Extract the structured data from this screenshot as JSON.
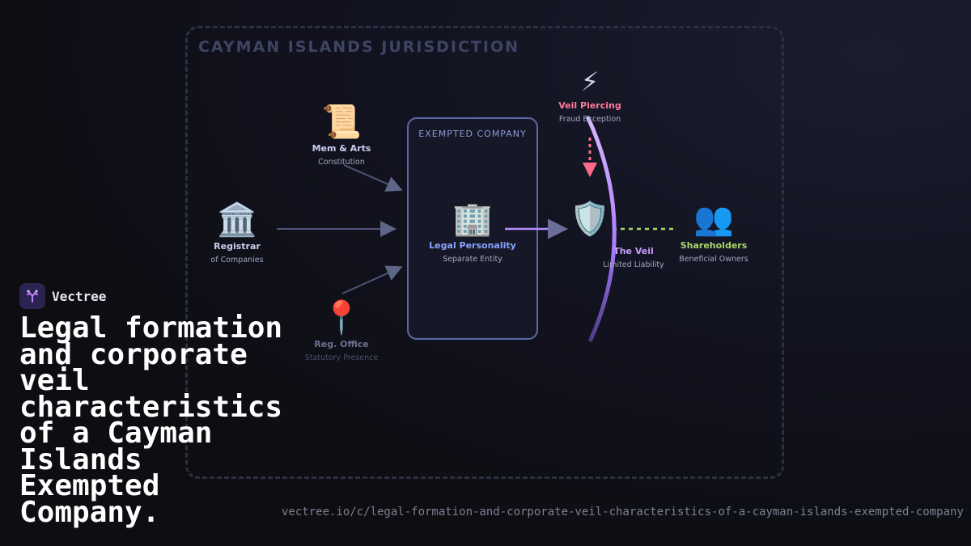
{
  "jurisdiction": {
    "title": "CAYMAN ISLANDS JURISDICTION"
  },
  "company": {
    "title": "EXEMPTED COMPANY"
  },
  "nodes": {
    "registrar": {
      "icon": "classical-building-icon",
      "emoji": "🏛️",
      "name": "Registrar",
      "sub": "of Companies",
      "color": "#c9cfee"
    },
    "mem_arts": {
      "icon": "scroll-icon",
      "emoji": "📜",
      "name": "Mem & Arts",
      "sub": "Constitution",
      "color": "#c9cfee"
    },
    "reg_office": {
      "icon": "pin-icon",
      "emoji": "📍",
      "name": "Reg. Office",
      "sub": "Statutory Presence",
      "color": "#6c7190"
    },
    "legal_personality": {
      "icon": "office-building-icon",
      "emoji": "🏢",
      "name": "Legal Personality",
      "sub": "Separate Entity",
      "color": "#8aa3ff"
    },
    "veil_piercing": {
      "icon": "lightning-icon",
      "emoji": "⚡",
      "name": "Veil Piercing",
      "sub": "Fraud Exception",
      "color": "#ff7a9a"
    },
    "veil": {
      "icon": "shield-icon",
      "emoji": "🛡️",
      "name": "The Veil",
      "sub": "Limited Liability",
      "color": "#c59cff"
    },
    "shareholders": {
      "icon": "people-icon",
      "emoji": "👥",
      "name": "Shareholders",
      "sub": "Beneficial Owners",
      "color": "#a9d86a"
    }
  },
  "brand": {
    "name": "Vectree",
    "icon": "tree-logo-icon"
  },
  "headline": "Legal formation and corporate veil characteristics of a Cayman Islands Exempted Company.",
  "url": "vectree.io/c/legal-formation-and-corporate-veil-characteristics-of-a-cayman-islands-exempted-company",
  "colors": {
    "accent": "#8a9bd8",
    "veil": "#b48cff",
    "piercing": "#ff6b8a",
    "shareholder_link": "#a9d86a"
  }
}
